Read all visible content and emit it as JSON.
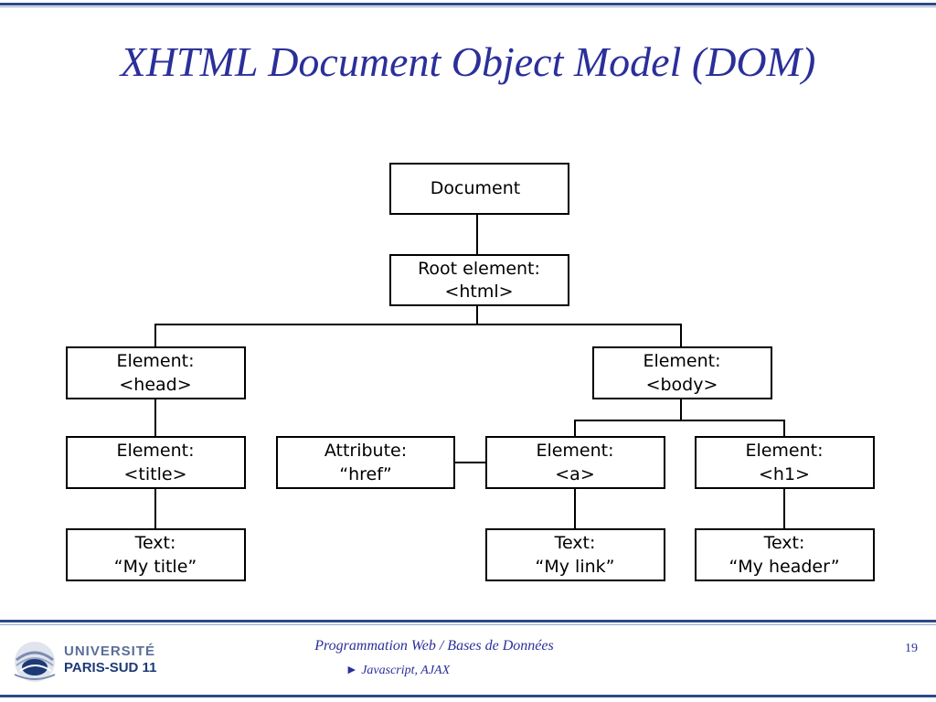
{
  "slide": {
    "title": "XHTML Document Object Model (DOM)"
  },
  "diagram": {
    "nodes": {
      "document": [
        "Document"
      ],
      "root": [
        "Root element:",
        "<html>"
      ],
      "head": [
        "Element:",
        "<head>"
      ],
      "body": [
        "Element:",
        "<body>"
      ],
      "title_el": [
        "Element:",
        "<title>"
      ],
      "attr": [
        "Attribute:",
        "“href”"
      ],
      "a": [
        "Element:",
        "<a>"
      ],
      "h1": [
        "Element:",
        "<h1>"
      ],
      "text_title": [
        "Text:",
        "“My title”"
      ],
      "text_link": [
        "Text:",
        "“My link”"
      ],
      "text_header": [
        "Text:",
        "“My header”"
      ]
    }
  },
  "footer": {
    "title": "Programmation Web / Bases de Données",
    "subtitle": "► Javascript, AJAX",
    "page": "19",
    "logo_line1": "UNIVERSITÉ",
    "logo_line2": "PARIS-SUD 11"
  }
}
